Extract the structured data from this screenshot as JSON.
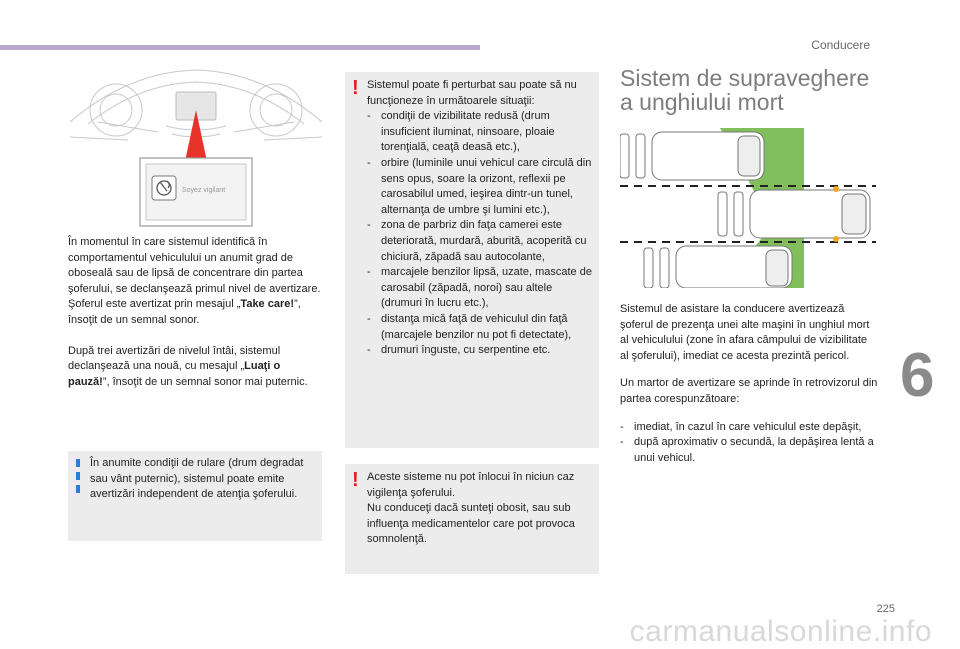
{
  "header": {
    "section": "Conducere"
  },
  "chapter": {
    "number": "6"
  },
  "footer": {
    "page": "225",
    "watermark": "carmanualsonline.info"
  },
  "figure1": {
    "screen_text": "Soyez vigilant",
    "icon": "steering-hands-icon"
  },
  "col1": {
    "p1": "În momentul în care sistemul identifică în comportamentul vehiculului un anumit grad de oboseală sau de lipsă de concentrare din partea şoferului, se declanşează primul nivel de avertizare.",
    "p2_pre": "Şoferul este avertizat prin mesajul „",
    "p2_bold": "Take care!",
    "p2_post": "”, însoţit de un semnal sonor.",
    "p3_pre": "După trei avertizări de nivelul întâi, sistemul declanşează una nouă, cu mesajul „",
    "p3_bold": "Luaţi o pauză!",
    "p3_post": "”, însoţit de un semnal sonor mai puternic.",
    "info": "În anumite condiţii de rulare (drum degradat sau vânt puternic), sistemul poate emite avertizări independent de atenţia şoferului."
  },
  "col2": {
    "warn1_intro": "Sistemul poate fi perturbat sau poate să nu funcţioneze în următoarele situaţii:",
    "warn1_items": [
      "condiţii de vizibilitate redusă (drum insuficient iluminat, ninsoare, ploaie torenţială, ceaţă deasă etc.),",
      "orbire (luminile unui vehicul care circulă din sens opus, soare la orizont, reflexii pe carosabilul umed, ieşirea dintr-un tunel, alternanţa de umbre şi lumini etc.),",
      "zona de parbriz din faţa camerei este deteriorată, murdară, aburită, acoperită cu chiciură, zăpadă sau autocolante,",
      "marcajele benzilor lipsă, uzate, mascate de carosabil (zăpadă, noroi) sau altele (drumuri în lucru etc.),",
      "distanţa mică faţă de vehiculul din faţă (marcajele benzilor nu pot fi detectate),",
      "drumuri înguste, cu serpentine etc."
    ],
    "warn2": "Aceste sisteme nu pot înlocui în niciun caz vigilenţa şoferului.\nNu conduceţi dacă sunteţi obosit, sau sub influenţa medicamentelor care pot provoca somnolenţă."
  },
  "col3": {
    "title": "Sistem de supraveghere a unghiului mort",
    "p1": "Sistemul de asistare la conducere avertizează şoferul de prezenţa unei alte maşini în unghiul mort al vehiculului (zone în afara câmpului de vizibilitate al şoferului), imediat ce acesta prezintă pericol.",
    "p2": "Un martor de avertizare se aprinde în retrovizorul din partea corespunzătoare:",
    "items": [
      "imediat, în cazul în care vehiculul este depăşit,",
      "după aproximativ o secundă, la depăşirea lentă a unui vehicul."
    ]
  },
  "colors": {
    "accent_bar": "#b9a8cc",
    "warning": "#e02020",
    "info": "#2a7fd4",
    "blind_spot_zone": "#6cb33f",
    "box_bg": "#ececec"
  }
}
